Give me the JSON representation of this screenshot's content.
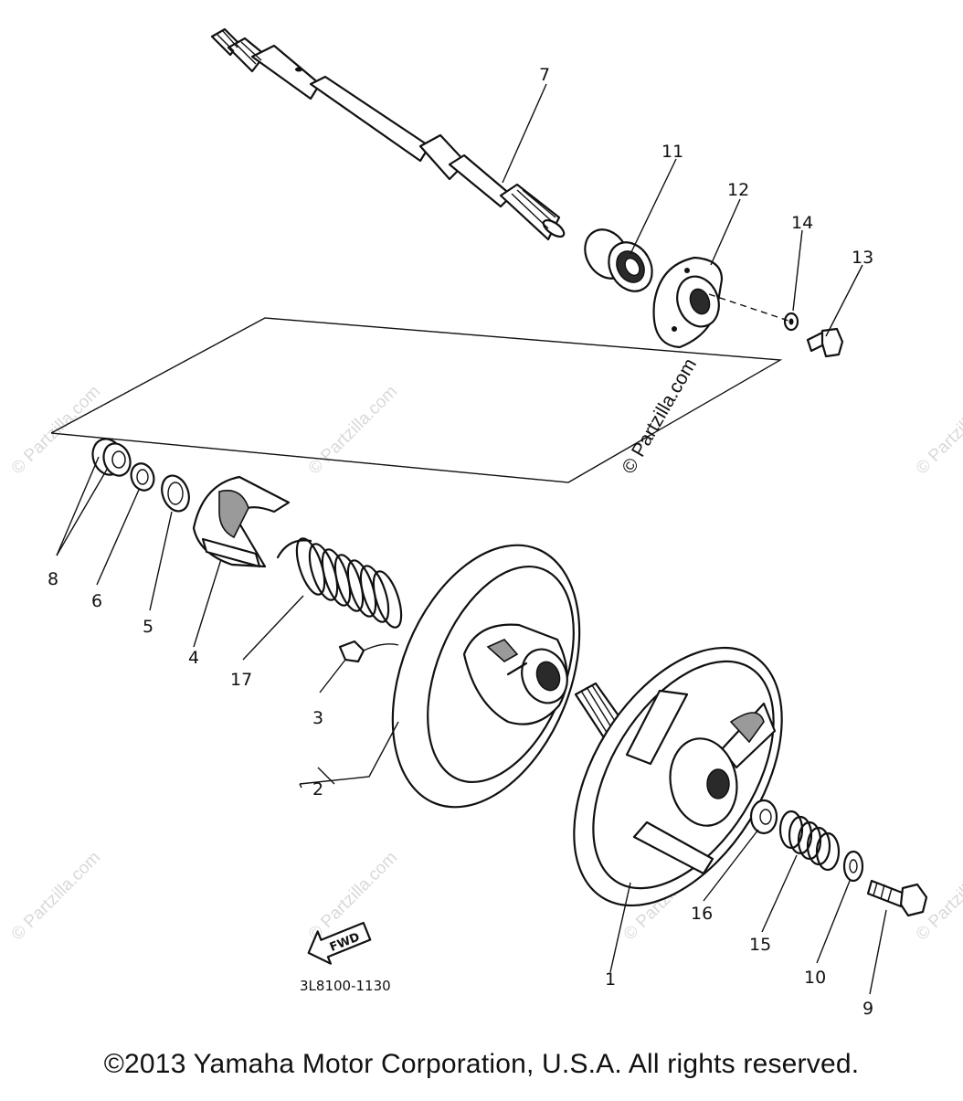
{
  "diagram": {
    "part_labels": [
      "1",
      "2",
      "3",
      "4",
      "5",
      "6",
      "7",
      "8",
      "9",
      "10",
      "11",
      "12",
      "13",
      "14",
      "15",
      "16",
      "17"
    ],
    "fwd_label": "FWD",
    "drawing_code": "3L8100-1130",
    "watermark_text": "© Partzilla.com",
    "copyright": "©2013 Yamaha Motor Corporation, U.S.A. All rights reserved."
  }
}
